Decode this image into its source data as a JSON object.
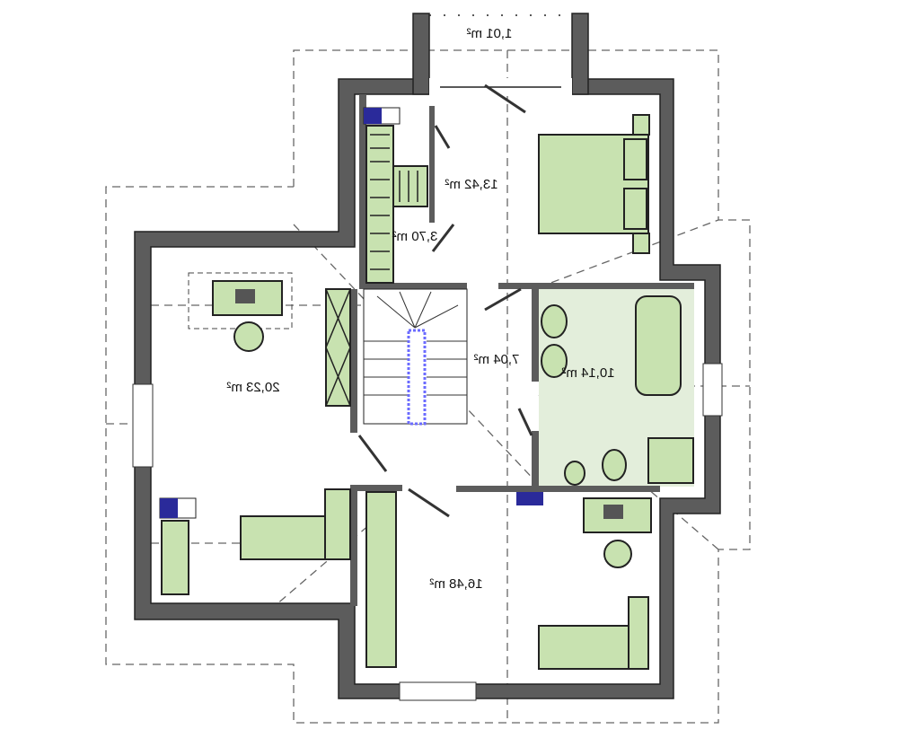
{
  "plan": {
    "rooms": [
      {
        "id": "balcony",
        "area": "1,01 m²"
      },
      {
        "id": "bedroom-top",
        "area": "13,42 m²"
      },
      {
        "id": "closet",
        "area": "3,70 m²"
      },
      {
        "id": "living-left",
        "area": "20,23 m²"
      },
      {
        "id": "hall",
        "area": "7,04 m²"
      },
      {
        "id": "bathroom",
        "area": "10,14 m²"
      },
      {
        "id": "bedroom-bottom",
        "area": "16,48 m²"
      }
    ],
    "colors": {
      "wall": "#5c5c5c",
      "furniture": "#c8e2b0",
      "bathroom": "#e3eedb",
      "stair_post": "#6b6bff"
    }
  }
}
